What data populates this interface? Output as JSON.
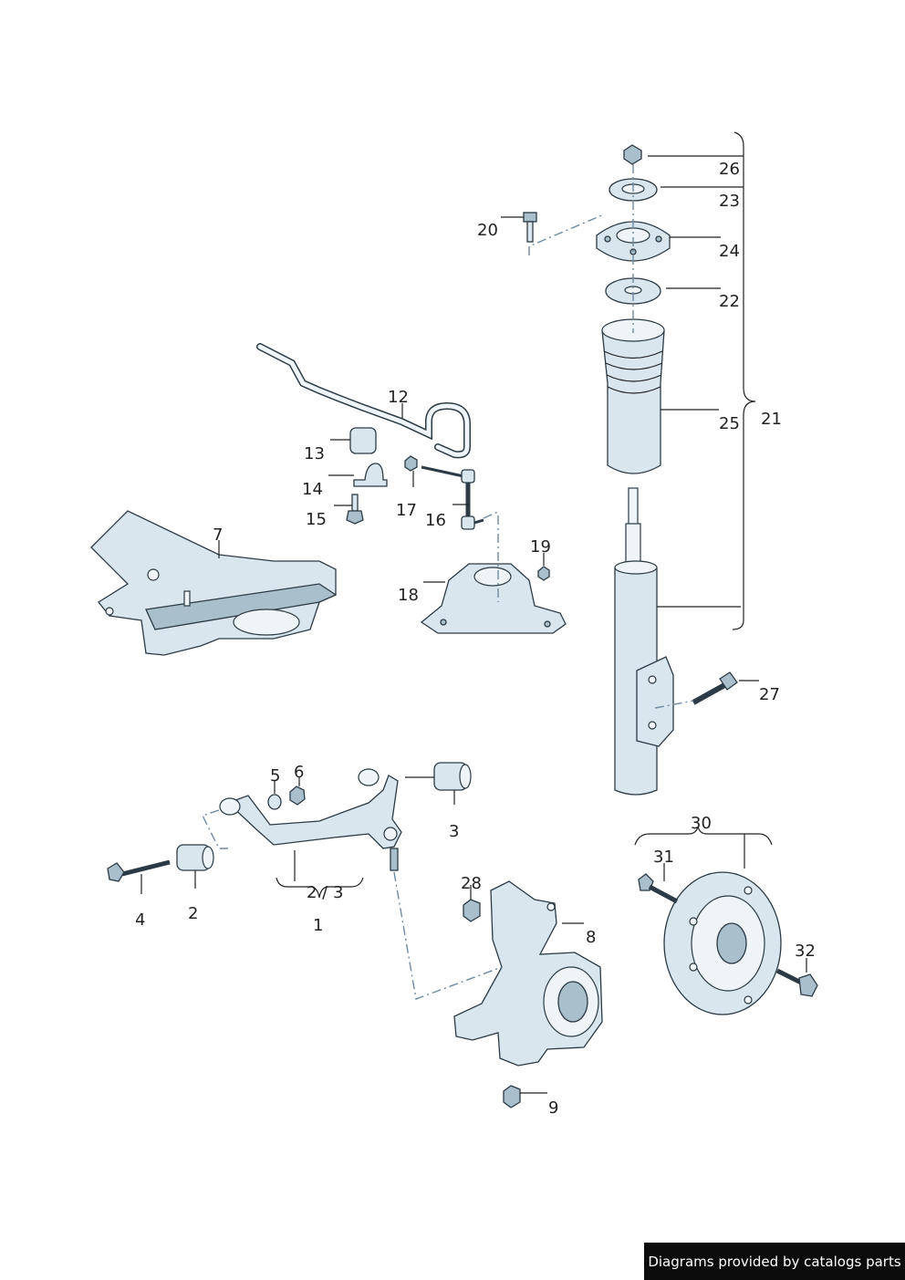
{
  "labels": {
    "p1": "1",
    "p2": "2",
    "p2_3": "2 / 3",
    "p3": "3",
    "p4": "4",
    "p5": "5",
    "p6": "6",
    "p7": "7",
    "p8": "8",
    "p9": "9",
    "p12": "12",
    "p13": "13",
    "p14": "14",
    "p15": "15",
    "p16": "16",
    "p17": "17",
    "p18": "18",
    "p19": "19",
    "p20": "20",
    "p21": "21",
    "p22": "22",
    "p23": "23",
    "p24": "24",
    "p25": "25",
    "p26": "26",
    "p27": "27",
    "p28": "28",
    "p30": "30",
    "p31": "31",
    "p32": "32",
    "p2b": "2"
  },
  "footer": {
    "text": "Diagrams provided by catalogs parts"
  }
}
